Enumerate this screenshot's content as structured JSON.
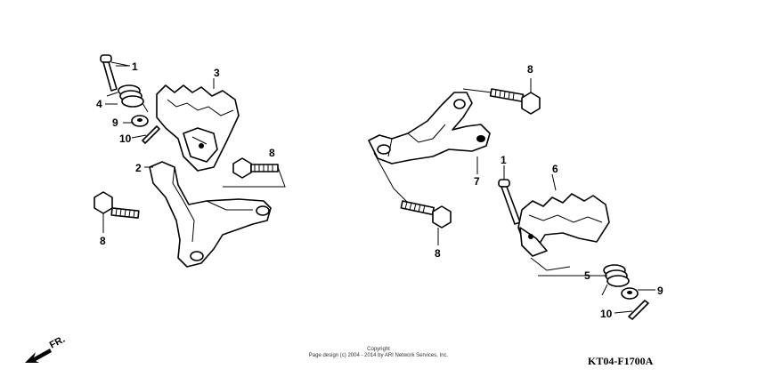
{
  "callouts": {
    "c1a": "1",
    "c4": "4",
    "c3": "3",
    "c9a": "9",
    "c10a": "10",
    "c2": "2",
    "c8a": "8",
    "c8b": "8",
    "c8c": "8",
    "c7": "7",
    "c8d": "8",
    "c1b": "1",
    "c6": "6",
    "c5": "5",
    "c9b": "9",
    "c10b": "10"
  },
  "footer": {
    "copyright_line1": "Copyright",
    "copyright_line2": "Page design (c) 2004 - 2014 by ARI Network Services, Inc.",
    "diagram_code": "KT04-F1700A",
    "direction": "FR."
  }
}
